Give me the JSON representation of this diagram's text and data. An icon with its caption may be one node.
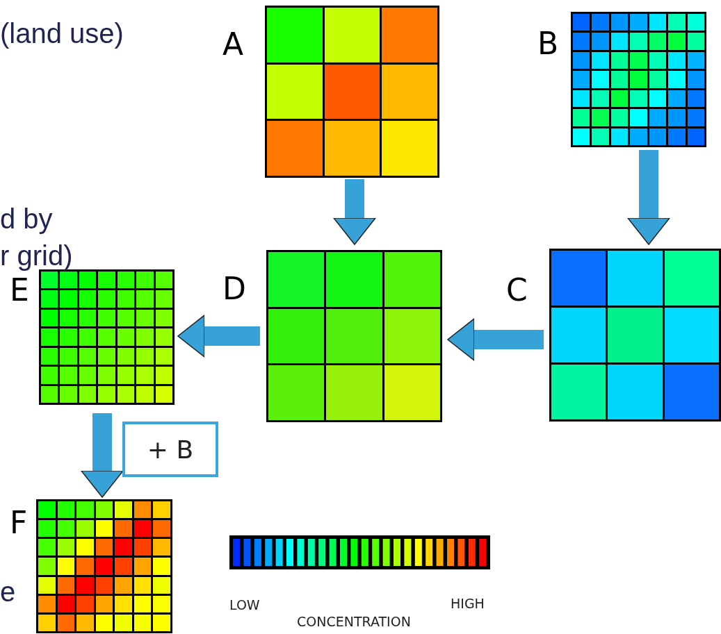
{
  "diagram": {
    "nodes": [
      {
        "text": [
          "A"
        ]
      },
      {
        "text": [
          "B"
        ]
      },
      {
        "text": [
          "C"
        ]
      },
      {
        "text": [
          "D"
        ]
      },
      {
        "text": [
          "E"
        ]
      },
      {
        "text": [
          "F"
        ]
      },
      {
        "text": [
          "+ B"
        ]
      }
    ],
    "edges": [
      {
        "from": 0,
        "to": 3,
        "arrow": "to"
      },
      {
        "from": 1,
        "to": 2,
        "arrow": "to"
      },
      {
        "from": 2,
        "to": 3,
        "arrow": "to"
      },
      {
        "from": 3,
        "to": 4,
        "arrow": "to"
      },
      {
        "from": 4,
        "to": 5,
        "arrow": "to"
      }
    ],
    "labels": [
      "(land use)",
      "d by",
      "r grid)",
      "e",
      "LOW",
      "HIGH",
      "CONCENTRATION"
    ]
  }
}
